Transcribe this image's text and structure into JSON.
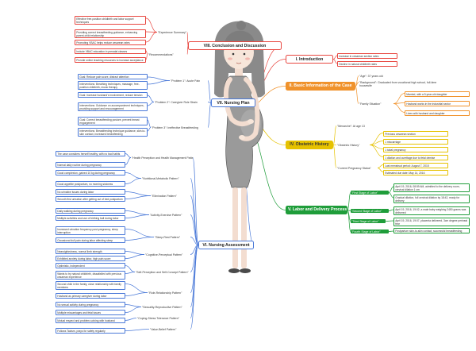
{
  "colors": {
    "conclusion": "#e8463f",
    "introduction": "#e8463f",
    "basic": "#f0922b",
    "obstetric": "#e6c200",
    "labor": "#1f9d3a",
    "nursing_plan": "#4a79d8",
    "nursing_assessment": "#4a79d8"
  },
  "center": {
    "name": "pregnant-woman-illustration"
  },
  "branches": {
    "conclusion": {
      "label": "VIII. Conclusion and Discussion",
      "subs": [
        {
          "label": "\"Experience Summary\"",
          "leaves": [
            "Effective free-position childbirth and labor support techniques",
            "Providing correct breastfeeding guidance, enhancing parent-child relationship",
            "Promoting VBAC helps reduce cesarean rates"
          ]
        },
        {
          "label": "\"Recommendations\"",
          "leaves": [
            "Include VBAC education in prenatal classes",
            "Provide online teaching resources to increase acceptance"
          ]
        }
      ]
    },
    "introduction": {
      "label": "I. Introduction",
      "leaves": [
        "Increase in cesarean section rates",
        "Decline in natural childbirth rates"
      ]
    },
    "basic": {
      "label": "II. Basic Information of the Case",
      "subs": [
        {
          "label": "\"Age\": 37 years old",
          "leaves": []
        },
        {
          "label": "\"Background\": Graduated from vocational high school, full-time housewife",
          "leaves": []
        },
        {
          "label": "\"Family Situation\"",
          "leaves": [
            "Married, with a 5-year-old daughter",
            "Husband works in the industrial sector",
            "Lives with husband and daughter"
          ]
        }
      ]
    },
    "obstetric": {
      "label": "IV. Obstetric History",
      "subs": [
        {
          "label": "\"Menarche\": At age 13",
          "leaves": []
        },
        {
          "label": "\"Obstetric History\"",
          "leaves": [
            "Previous cesarean section",
            "1 miscarriage",
            "1 tubal pregnancy",
            "1 dilation and curettage due to fetal demise"
          ]
        },
        {
          "label": "\"Current Pregnancy Status\"",
          "leaves": [
            "Last menstrual period: August 7, 2015",
            "Estimated due date: May 14, 2016"
          ]
        }
      ]
    },
    "labor": {
      "label": "V. Labor and Delivery Process",
      "subs": [
        {
          "label": "\"First Stage of Labor\"",
          "leaves": [
            "April 19, 2016, 08:59 AM, admitted to the delivery room, cervical dilation 1 cm",
            "Gradual dilation, full cervical dilation by 18:42, ready for delivery"
          ]
        },
        {
          "label": "\"Second Stage of Labor\"",
          "leaves": [
            "April 19, 2016, 19:02, a male baby weighing 2450 grams was delivered"
          ]
        },
        {
          "label": "\"Third Stage of Labor\"",
          "leaves": [
            "April 19, 2016, 19:07, placenta delivered, 3cm degree perineal tear"
          ]
        },
        {
          "label": "\"Fourth Stage of Labor\"",
          "leaves": [
            "Postpartum skin-to-skin contact, successful breastfeeding"
          ]
        }
      ]
    },
    "nursing_plan": {
      "label": "VII. Nursing Plan",
      "subs": [
        {
          "label": "\"Problem 1\": Acute Pain",
          "leaves": [
            "Goal: Reduce pain score, distract attention",
            "Interventions: Breathing techniques, massage, free-position childbirth, music therapy"
          ]
        },
        {
          "label": "\"Problem 2\": Caregiver Role Strain",
          "leaves": [
            "Goal: Increase husband's involvement, reduce tension",
            "Interventions: Guidance on accompaniment techniques, providing support and encouragement"
          ]
        },
        {
          "label": "\"Problem 3\": Ineffective Breastfeeding",
          "leaves": [
            "Goal: Correct breastfeeding posture, prevent breast engorgement",
            "Interventions: Breastfeeding technique guidance, skin-to-skin contact, increased breastfeeding"
          ]
        }
      ]
    },
    "nursing_assessment": {
      "label": "VI. Nursing Assessment",
      "subs": [
        {
          "label": "\"Health Perception and Health Management Patterns\"",
          "leaves": [
            "The case considers herself healthy, with no bad habits",
            "Normal daily routine during pregnancy"
          ]
        },
        {
          "label": "\"Nutritional-Metabolic Pattern\"",
          "leaves": [
            "Good complexion, gained 10 kg during pregnancy",
            "Good appetite postpartum, no morning sickness"
          ]
        },
        {
          "label": "\"Elimination Pattern\"",
          "leaves": [
            "No urinative issues during labor",
            "Smooth first urination after getting out of bed postpartum"
          ]
        },
        {
          "label": "\"Activity-Exercise Pattern\"",
          "leaves": [
            "Daily walking during pregnancy",
            "Multiple activities and use of birthing ball during labor"
          ]
        },
        {
          "label": "\"Sleep-Rest Pattern\"",
          "leaves": [
            "Increased urination frequency post-pregnancy, sleep interruption",
            "Occasional dull pain during labor affecting sleep"
          ]
        },
        {
          "label": "\"Cognitive-Perceptual Pattern\"",
          "leaves": [
            "Nearsightedness, normal limb strength",
            "Exhibited anxiety during labor, high pain score"
          ]
        },
        {
          "label": "\"Self-Perception and Self-Concept Pattern\"",
          "leaves": [
            "Optimistic, independent",
            "Wants to try natural childbirth, dissatisfied with previous cesarean experience"
          ]
        },
        {
          "label": "\"Role-Relationship Pattern\"",
          "leaves": [
            "Second child in the family, close relationship with family members",
            "Husband as primary caregiver during labor"
          ]
        },
        {
          "label": "\"Sexuality-Reproductive Pattern\"",
          "leaves": [
            "No sexual activity during pregnancy",
            "Multiple miscarriages and fetal issues"
          ]
        },
        {
          "label": "\"Coping-Stress Tolerance Pattern\"",
          "leaves": [
            "Mutual respect and problem-solving with husband"
          ]
        },
        {
          "label": "\"Value-Belief Pattern\"",
          "leaves": [
            "Follows Taoism, prays for safety regularly"
          ]
        }
      ]
    }
  }
}
